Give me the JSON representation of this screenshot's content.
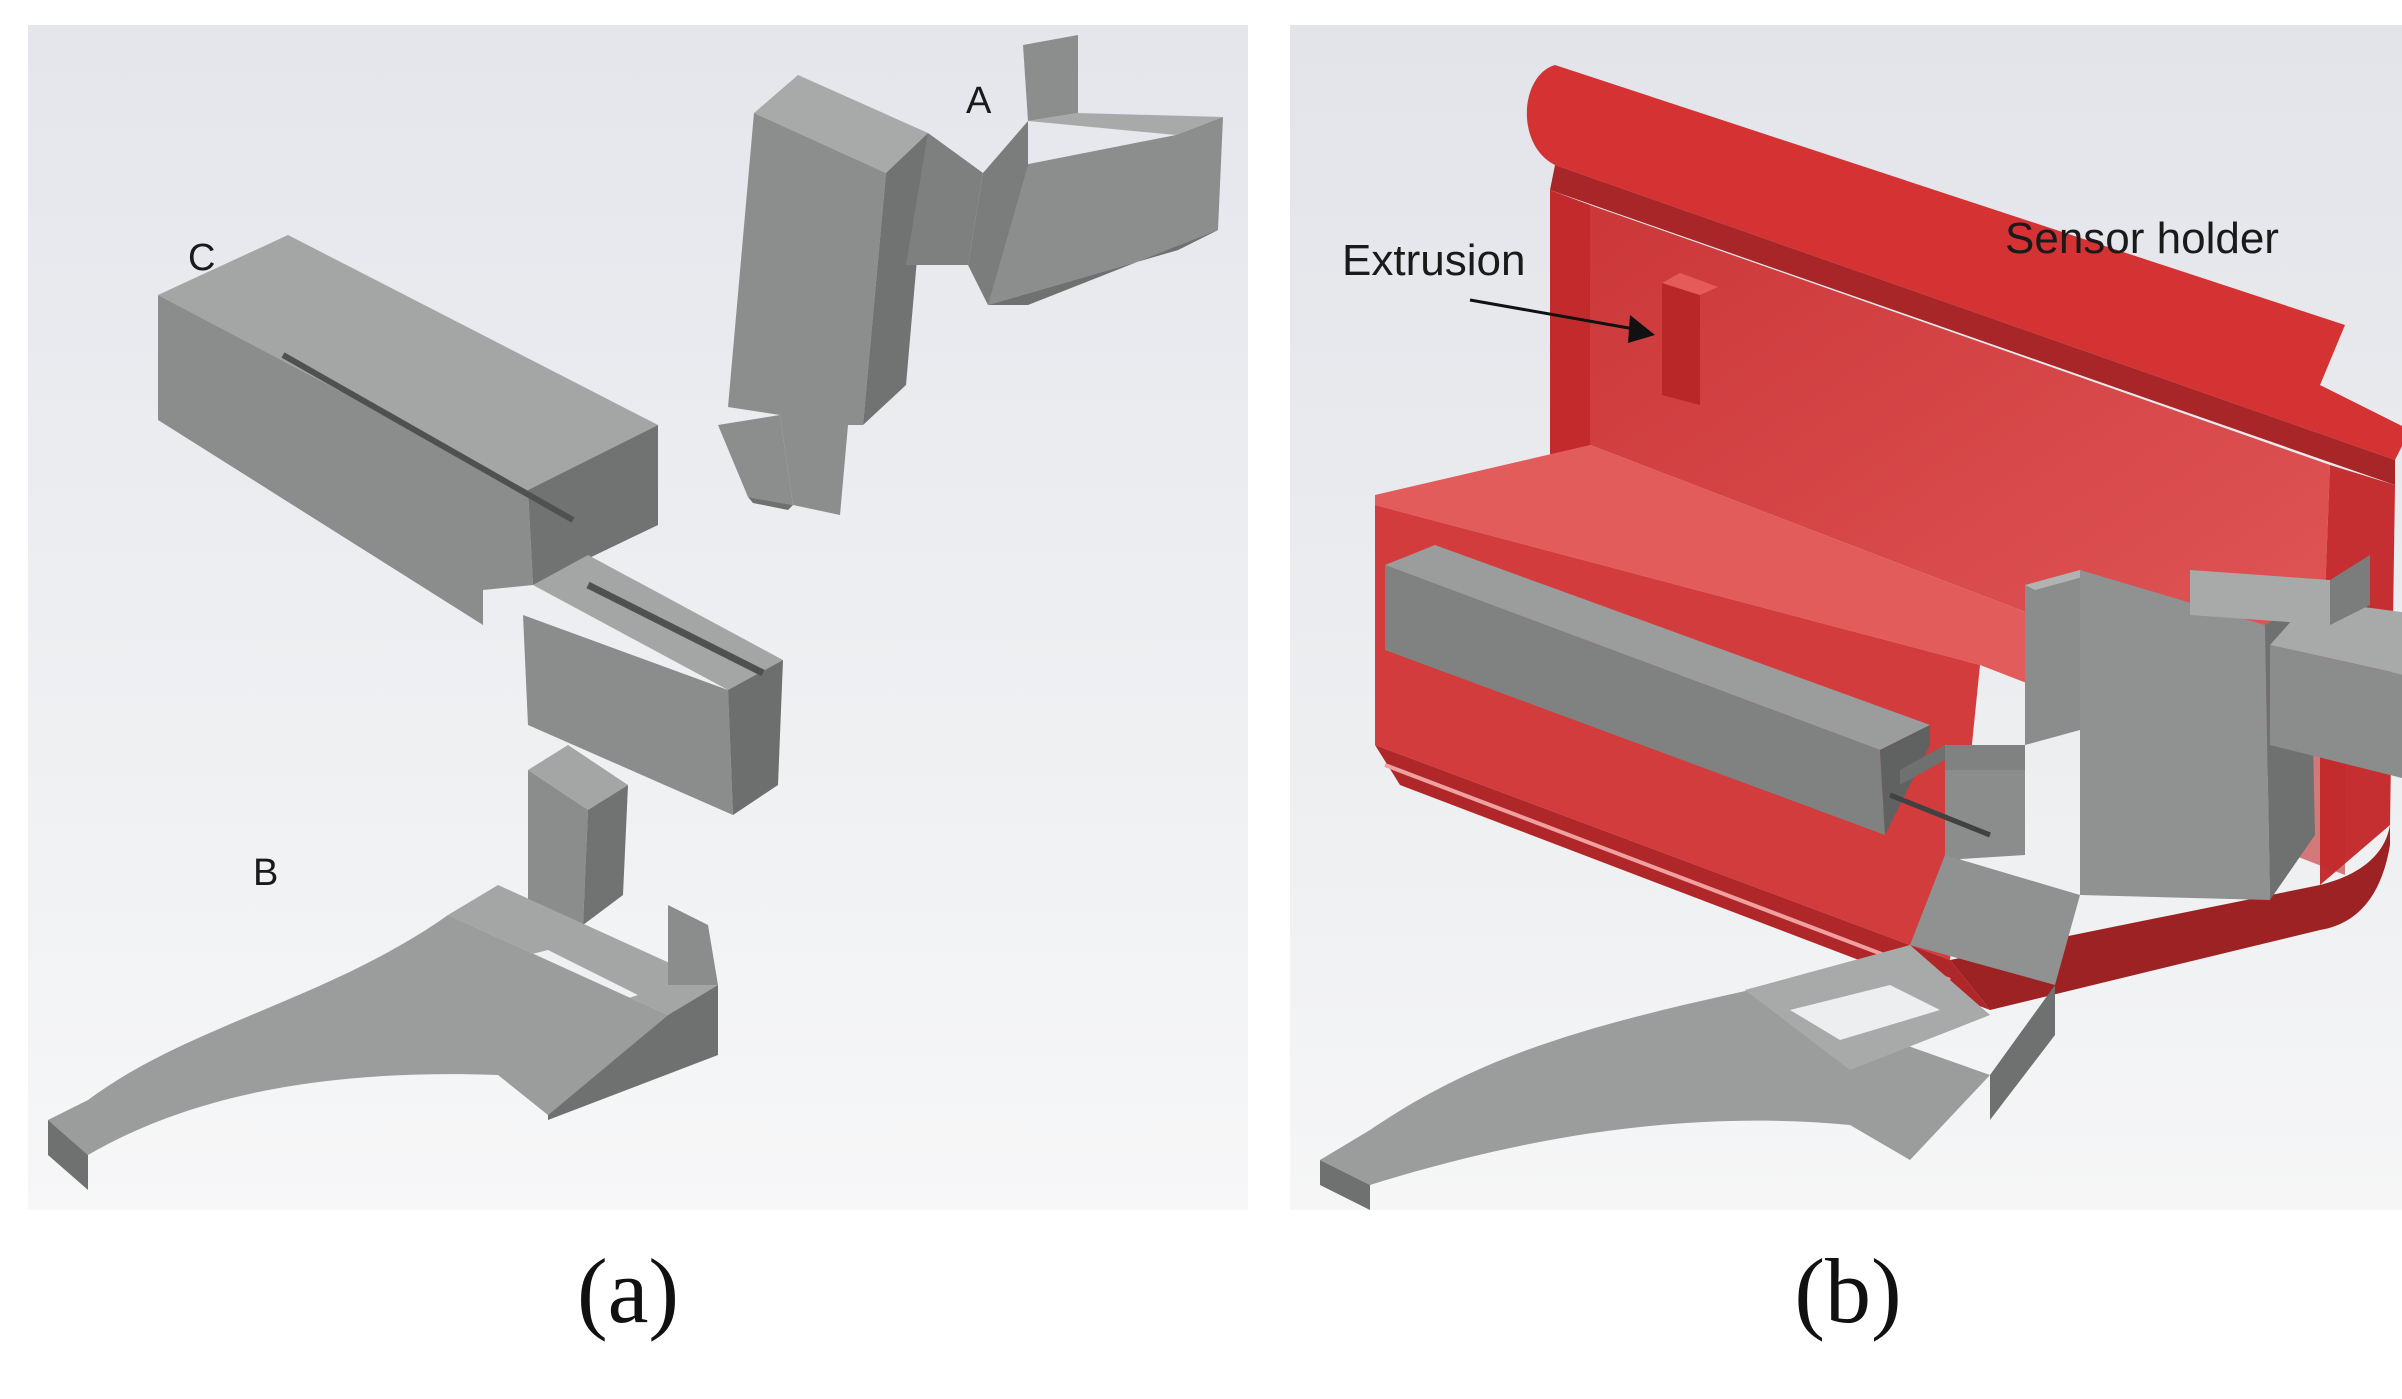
{
  "panel_a": {
    "caption": "(a)",
    "labels": {
      "part_a": "A",
      "part_b": "B",
      "part_c": "C"
    }
  },
  "panel_b": {
    "caption": "(b)",
    "labels": {
      "sensor_holder": "Sensor holder",
      "extrusion": "Extrusion"
    }
  },
  "colors": {
    "part_grey": "#8a8d8b",
    "part_grey_light": "#a3a6a4",
    "part_grey_dark": "#6e716f",
    "holder_red": "#d8383a",
    "holder_red_dark": "#a82628",
    "background_top": "#e6e8ee",
    "background_bottom": "#f6f6f7"
  }
}
